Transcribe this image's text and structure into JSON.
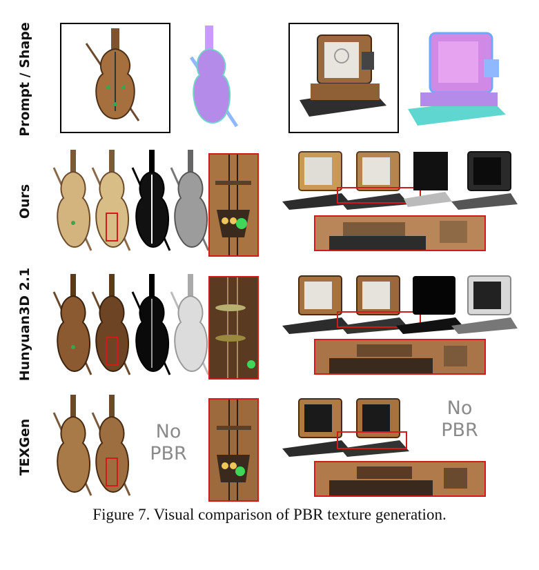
{
  "rows": [
    {
      "id": "prompt",
      "label": "Prompt / Shape"
    },
    {
      "id": "ours",
      "label": "Ours"
    },
    {
      "id": "hunyuan",
      "label": "Hunyuan3D 2.1"
    },
    {
      "id": "texgen",
      "label": "TEXGen"
    }
  ],
  "no_pbr": {
    "line1": "No",
    "line2": "PBR"
  },
  "caption": "Figure 7. Visual comparison of PBR texture generation.",
  "colors": {
    "highlight": "#d11a1a",
    "wood": "#b07a45",
    "normal_purple": "#b48be8"
  }
}
